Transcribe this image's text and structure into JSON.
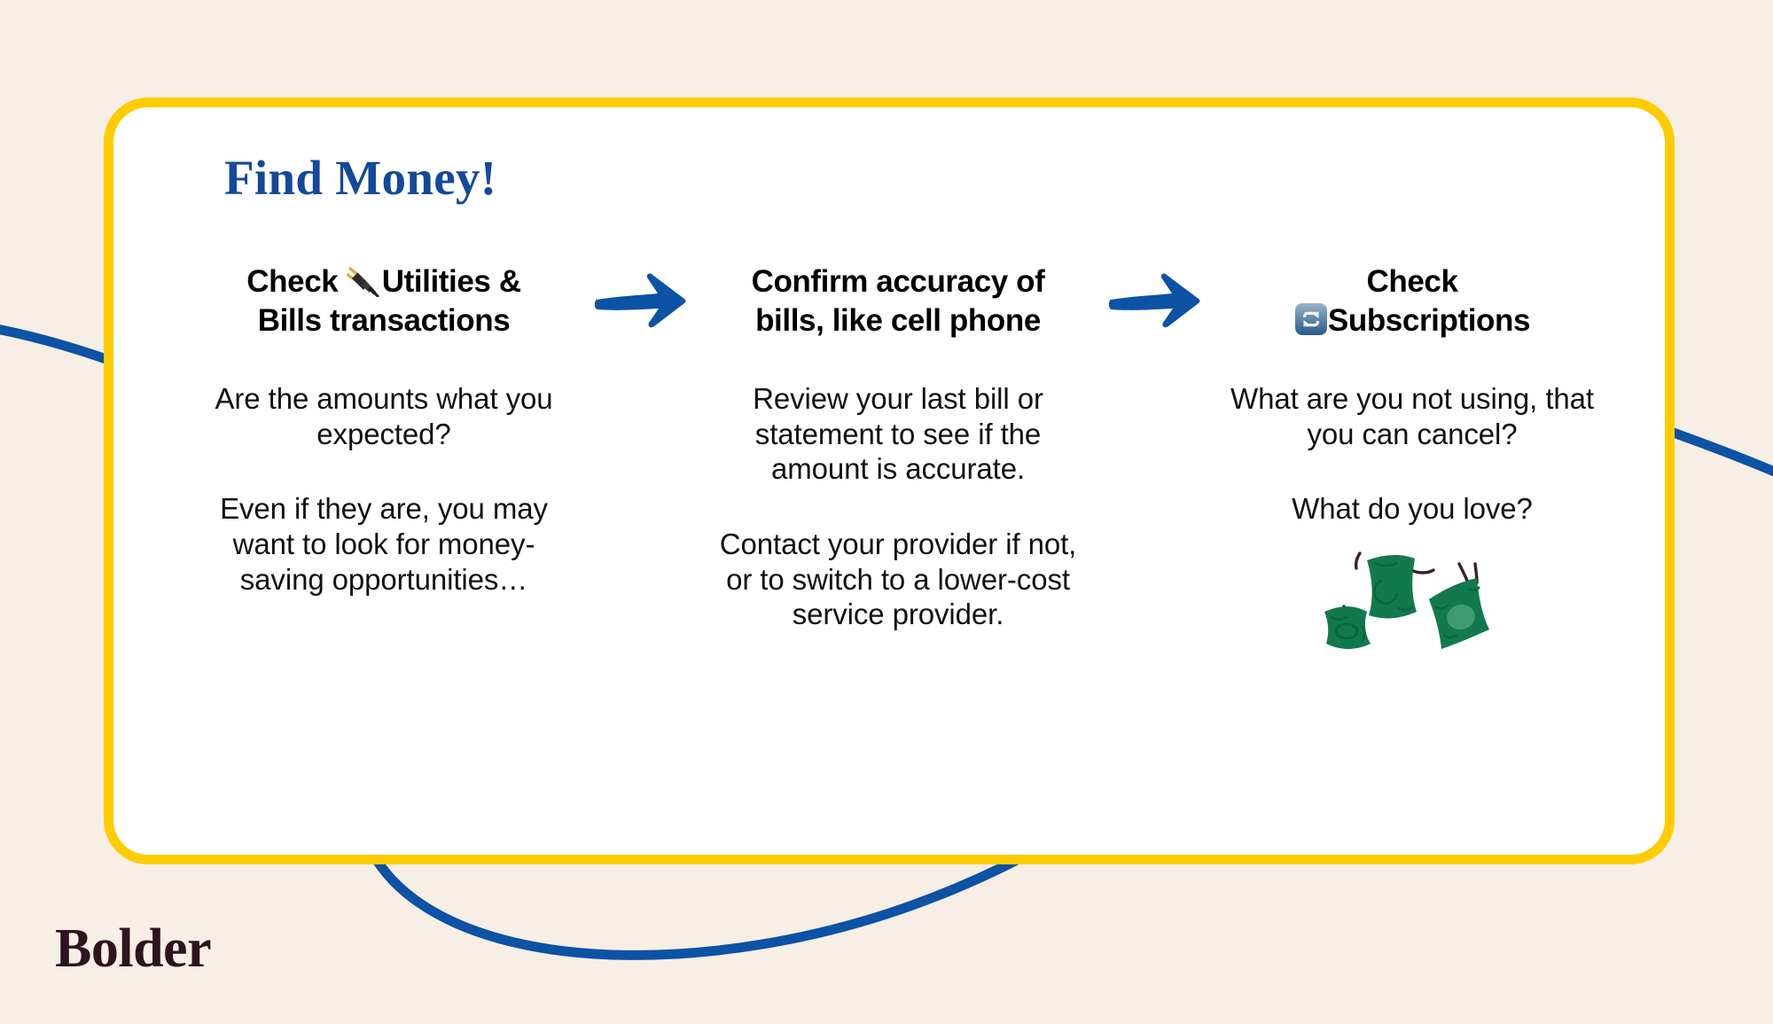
{
  "theme": {
    "background": "#F7EEE5",
    "card_background": "#FFFFFF",
    "card_border": "#FFCC00",
    "title_color": "#13489B",
    "accent_blue": "#0C52A5",
    "money_green": "#12794F",
    "logo_color": "#2E1320",
    "body_text": "#111111"
  },
  "card": {
    "title": "Find Money!"
  },
  "steps": [
    {
      "id": "utilities-bills",
      "heading_line1_pre": "Check ",
      "heading_emoji": "🔌",
      "heading_emoji_name": "electric-plug-icon",
      "heading_line1_post": "Utilities &",
      "heading_line2": "Bills transactions",
      "paragraphs": [
        "Are the amounts what you expected?",
        "Even if they are,  you may want to look for money-saving opportunities…"
      ]
    },
    {
      "id": "confirm-accuracy",
      "heading_line1_pre": "Confirm accuracy of",
      "heading_emoji": "",
      "heading_emoji_name": "",
      "heading_line1_post": "",
      "heading_line2": "bills, like cell phone",
      "paragraphs": [
        "Review your last bill or statement to see if the amount is accurate.",
        "Contact your provider if not, or to switch to a lower-cost service provider."
      ]
    },
    {
      "id": "subscriptions",
      "heading_line1_pre": "Check",
      "heading_emoji": "🔁",
      "heading_emoji_name": "repeat-loop-icon",
      "heading_line1_post": "Subscriptions",
      "heading_line2": "",
      "paragraphs": [
        "What are you not using, that you can cancel?",
        "What do you love?"
      ]
    }
  ],
  "arrows": [
    {
      "name": "arrow-step-1-to-2",
      "label": "right arrow"
    },
    {
      "name": "arrow-step-2-to-3",
      "label": "right arrow"
    }
  ],
  "decor": {
    "money_illustration_label": "money with wings",
    "curve_left_label": "blue decorative curve left",
    "curve_right_label": "blue decorative curve right",
    "curve_bottom_label": "blue decorative curve bottom"
  },
  "brand": {
    "name": "Bolder"
  }
}
